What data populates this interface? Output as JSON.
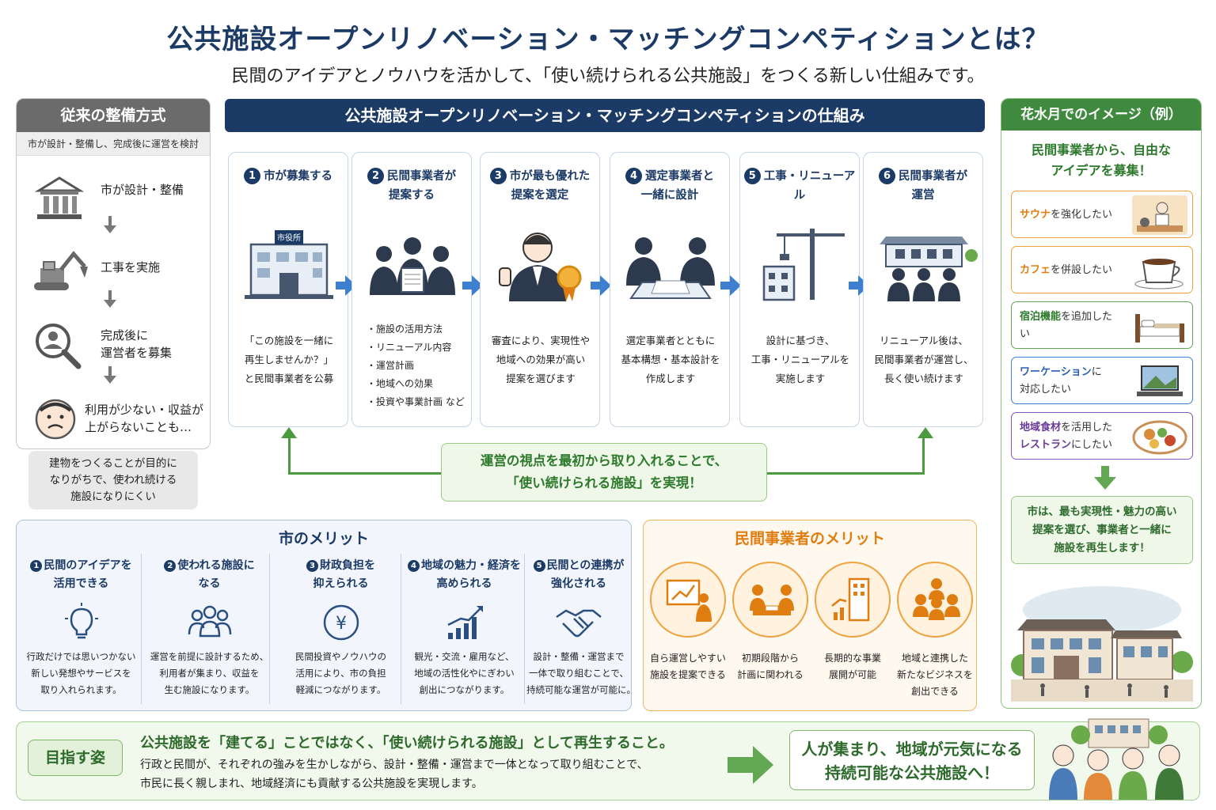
{
  "title": "公共施設オープンリノベーション・マッチングコンペティションとは？",
  "subtitle": "民間のアイデアとノウハウを活かして、「使い続けられる公共施設」をつくる新しい仕組みです。",
  "conventional": {
    "header": "従来の整備方式",
    "note": "市が設計・整備し、完成後に運営を検討",
    "steps": [
      {
        "label": "市が設計・整備",
        "icon": "city-hall-icon"
      },
      {
        "label": "工事を実施",
        "icon": "excavator-icon"
      },
      {
        "label": "完成後に\n運営者を募集",
        "icon": "magnifier-person-icon"
      },
      {
        "label": "利用が少ない・収益が\n上がらないことも…",
        "icon": "worried-face-icon"
      }
    ],
    "bottom_note": "建物をつくることが目的に\nなりがちで、使われ続ける\n施設になりにくい"
  },
  "mechanism": {
    "header": "公共施設オープンリノベーション・マッチングコンペティションの仕組み",
    "steps": [
      {
        "num": "1",
        "title": "市が募集する",
        "desc": "「この施設を一緒に\n再生しませんか？」\nと民間事業者を公募",
        "sign": "市役所"
      },
      {
        "num": "2",
        "title": "民間事業者が\n提案する",
        "items": [
          "施設の活用方法",
          "リニューアル内容",
          "運営計画",
          "地域への効果",
          "投資や事業計画 など"
        ]
      },
      {
        "num": "3",
        "title": "市が最も優れた\n提案を選定",
        "desc": "審査により、実現性や\n地域への効果が高い\n提案を選びます"
      },
      {
        "num": "4",
        "title": "選定事業者と\n一緒に設計",
        "desc": "選定事業者とともに\n基本構想・基本設計を\n作成します"
      },
      {
        "num": "5",
        "title": "工事・リニューアル",
        "desc": "設計に基づき、\n工事・リニューアルを\n実施します"
      },
      {
        "num": "6",
        "title": "民間事業者が\n運営",
        "desc": "リニューアル後は、\n民間事業者が運営し、\n長く使い続けます"
      }
    ],
    "operation_note": "運営の視点を最初から取り入れることで、\n「使い続けられる施設」を実現！"
  },
  "hanamizuki": {
    "header": "花水月でのイメージ（例）",
    "lead": "民間事業者から、自由な\nアイデアを募集！",
    "ideas": [
      {
        "key": "サウナ",
        "rest": "を強化したい",
        "color": "#f0a23e",
        "icon": "sauna-icon"
      },
      {
        "key": "カフェ",
        "rest": "を併設したい",
        "color": "#f0a23e",
        "icon": "coffee-cup-icon"
      },
      {
        "key": "宿泊機能",
        "rest": "を追加したい",
        "color": "#62a852",
        "icon": "bed-icon"
      },
      {
        "key": "ワーケーション",
        "rest": "に\n対応したい",
        "color": "#3f7fd0",
        "icon": "laptop-icon"
      },
      {
        "key": "地域食材",
        "rest": "を活用した\n",
        "key2": "レストラン",
        "rest2": "にしたい",
        "color": "#8a55b8",
        "icon": "dish-icon"
      }
    ],
    "result": "市は、最も実現性・魅力の高い\n提案を選び、事業者と一緒に\n施設を再生します！"
  },
  "city_merits": {
    "header": "市のメリット",
    "items": [
      {
        "num": "1",
        "title": "民間のアイデアを\n活用できる",
        "desc": "行政だけでは思いつかない\n新しい発想やサービスを\n取り入れられます。",
        "icon": "lightbulb-icon"
      },
      {
        "num": "2",
        "title": "使われる施設に\nなる",
        "desc": "運営を前提に設計するため、\n利用者が集まり、収益を\n生む施設になります。",
        "icon": "people-icon"
      },
      {
        "num": "3",
        "title": "財政負担を\n抑えられる",
        "desc": "民間投資やノウハウの\n活用により、市の負担\n軽減につながります。",
        "icon": "yen-icon"
      },
      {
        "num": "4",
        "title": "地域の魅力・経済を\n高められる",
        "desc": "観光・交流・雇用など、\n地域の活性化やにぎわい\n創出につながります。",
        "icon": "growth-chart-icon"
      },
      {
        "num": "5",
        "title": "民間との連携が\n強化される",
        "desc": "設計・整備・運営まで\n一体で取り組むことで、\n持続可能な運営が可能に。",
        "icon": "handshake-icon"
      }
    ]
  },
  "private_merits": {
    "header": "民間事業者のメリット",
    "items": [
      {
        "desc": "自ら運営しやすい\n施設を提案できる",
        "icon": "presentation-icon"
      },
      {
        "desc": "初期段階から\n計画に関われる",
        "icon": "meeting-icon"
      },
      {
        "desc": "長期的な事業\n展開が可能",
        "icon": "building-growth-icon"
      },
      {
        "desc": "地域と連携した\n新たなビジネスを\n創出できる",
        "icon": "community-icon"
      }
    ]
  },
  "goal": {
    "tag": "目指す姿",
    "main": "公共施設を「建てる」ことではなく、「使い続けられる施設」として再生すること。",
    "sub": "行政と民間が、それぞれの強みを生かしながら、設計・整備・運営まで一体となって取り組むことで、\n市民に長く親しまれ、地域経済にも貢献する公共施設を実現します。",
    "result": "人が集まり、地域が元気になる\n持続可能な公共施設へ！"
  }
}
